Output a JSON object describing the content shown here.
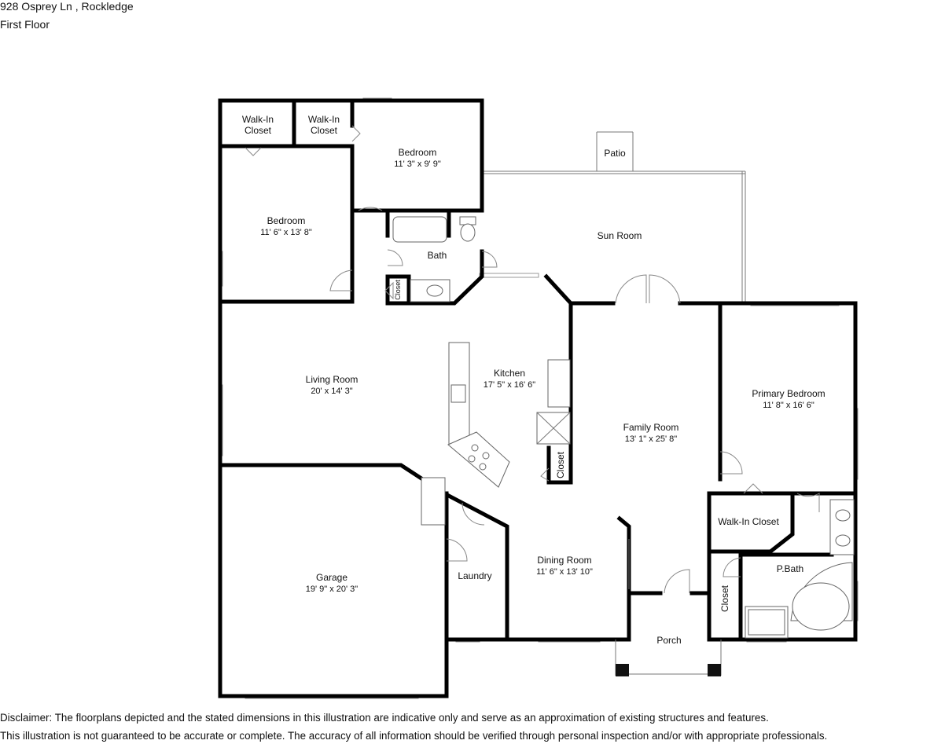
{
  "header": {
    "address": "928 Osprey Ln , Rockledge",
    "floor": "First Floor"
  },
  "rooms": {
    "walkin_1": {
      "name_1": "Walk-In",
      "name_2": "Closet"
    },
    "walkin_2": {
      "name_1": "Walk-In",
      "name_2": "Closet"
    },
    "bedroom_top": {
      "name": "Bedroom",
      "dim": "11' 3\" x 9' 9\""
    },
    "bedroom_left": {
      "name": "Bedroom",
      "dim": "11' 6\" x 13' 8\""
    },
    "bath": {
      "name": "Bath"
    },
    "closet_small": {
      "name": "Closet"
    },
    "patio": {
      "name": "Patio"
    },
    "sun_room": {
      "name": "Sun Room"
    },
    "living_room": {
      "name": "Living Room",
      "dim": "20' x 14' 3\""
    },
    "kitchen": {
      "name": "Kitchen",
      "dim": "17' 5\" x 16' 6\""
    },
    "closet_kitchen": {
      "name": "Closet"
    },
    "family_room": {
      "name": "Family Room",
      "dim": "13' 1\" x 25' 8\""
    },
    "primary_bedroom": {
      "name": "Primary Bedroom",
      "dim": "11' 8\" x 16' 6\""
    },
    "walkin_primary": {
      "name": "Walk-In Closet"
    },
    "p_bath": {
      "name": "P.Bath"
    },
    "closet_primary": {
      "name": "Closet"
    },
    "garage": {
      "name": "Garage",
      "dim": "19' 9\" x 20' 3\""
    },
    "laundry": {
      "name": "Laundry"
    },
    "dining_room": {
      "name": "Dining Room",
      "dim": "11' 6\" x 13' 10\""
    },
    "porch": {
      "name": "Porch"
    }
  },
  "disclaimer": {
    "line_1": "Disclaimer: The floorplans depicted and the stated dimensions in this illustration are indicative only and serve as an approximation of existing structures and features.",
    "line_2": "This illustration is not guaranteed to be accurate or complete. The accuracy of all information should be verified through personal inspection and/or with appropriate professionals."
  }
}
